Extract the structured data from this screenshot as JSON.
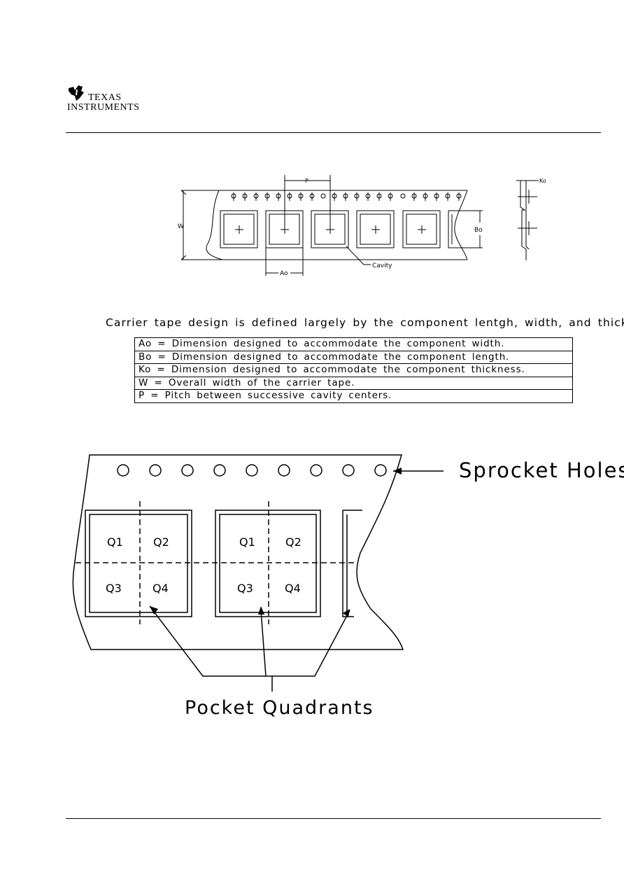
{
  "header": {
    "brand_line1": "TEXAS",
    "brand_line2": "INSTRUMENTS"
  },
  "tape_diagram": {
    "label_w": "W",
    "label_p": "P",
    "label_ao": "Ao",
    "label_bo": "Bo",
    "label_ko": "Ko",
    "label_cavity": "Cavity"
  },
  "description": "Carrier tape design is defined largely by the component lentgh, width, and thickness.",
  "definitions": [
    {
      "text": "Ao = Dimension designed to accommodate the component width."
    },
    {
      "text": "Bo = Dimension designed to accommodate the component length."
    },
    {
      "text": "Ko = Dimension designed to accommodate the component thickness."
    },
    {
      "text": "W = Overall width of the carrier tape."
    },
    {
      "text": "P = Pitch between successive cavity centers."
    }
  ],
  "quadrant_diagram": {
    "sprocket_label": "Sprocket Holes",
    "pocket_label": "Pocket Quadrants",
    "q1": "Q1",
    "q2": "Q2",
    "q3": "Q3",
    "q4": "Q4"
  }
}
